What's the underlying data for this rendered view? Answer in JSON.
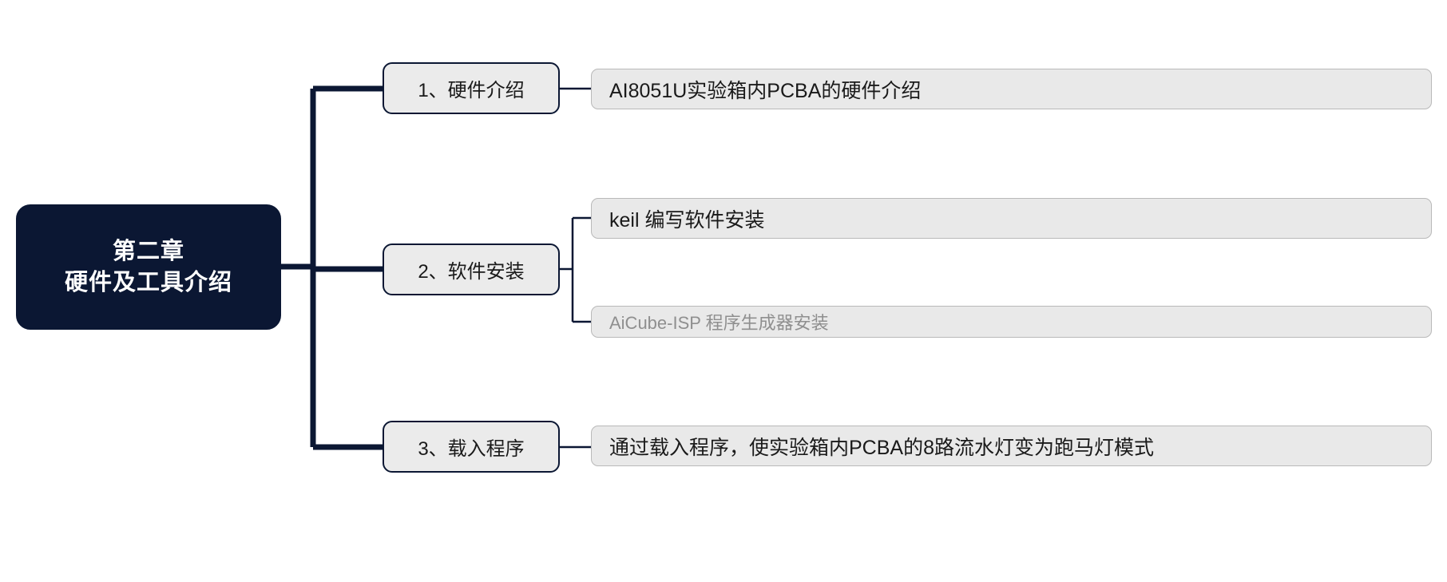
{
  "diagram": {
    "type": "mindmap",
    "orientation": "left-to-right",
    "background_color": "#ffffff",
    "root": {
      "title_line_1": "第二章",
      "title_line_2": "硬件及工具介绍",
      "fill_color": "#0b1733",
      "text_color": "#ffffff"
    },
    "branches": [
      {
        "label": "1、硬件介绍",
        "fill_color": "#ebebeb",
        "border_color": "#0b1733",
        "leaves": [
          {
            "label": "AI8051U实验箱内PCBA的硬件介绍",
            "fill_color": "#e9e9e9",
            "text_color": "#1a1a1a",
            "state": "normal"
          }
        ]
      },
      {
        "label": "2、软件安装",
        "fill_color": "#ebebeb",
        "border_color": "#0b1733",
        "leaves": [
          {
            "label": "keil 编写软件安装",
            "fill_color": "#e9e9e9",
            "text_color": "#1a1a1a",
            "state": "normal"
          },
          {
            "label": "AiCube-ISP 程序生成器安装",
            "fill_color": "#e9e9e9",
            "text_color": "#8f8f8f",
            "state": "muted"
          }
        ]
      },
      {
        "label": "3、载入程序",
        "fill_color": "#ebebeb",
        "border_color": "#0b1733",
        "leaves": [
          {
            "label": "通过载入程序，使实验箱内PCBA的8路流水灯变为跑马灯模式",
            "fill_color": "#e9e9e9",
            "text_color": "#1a1a1a",
            "state": "normal"
          }
        ]
      }
    ],
    "edge_colors": {
      "trunk": "#0b1733",
      "twig": "#0b1733"
    }
  }
}
